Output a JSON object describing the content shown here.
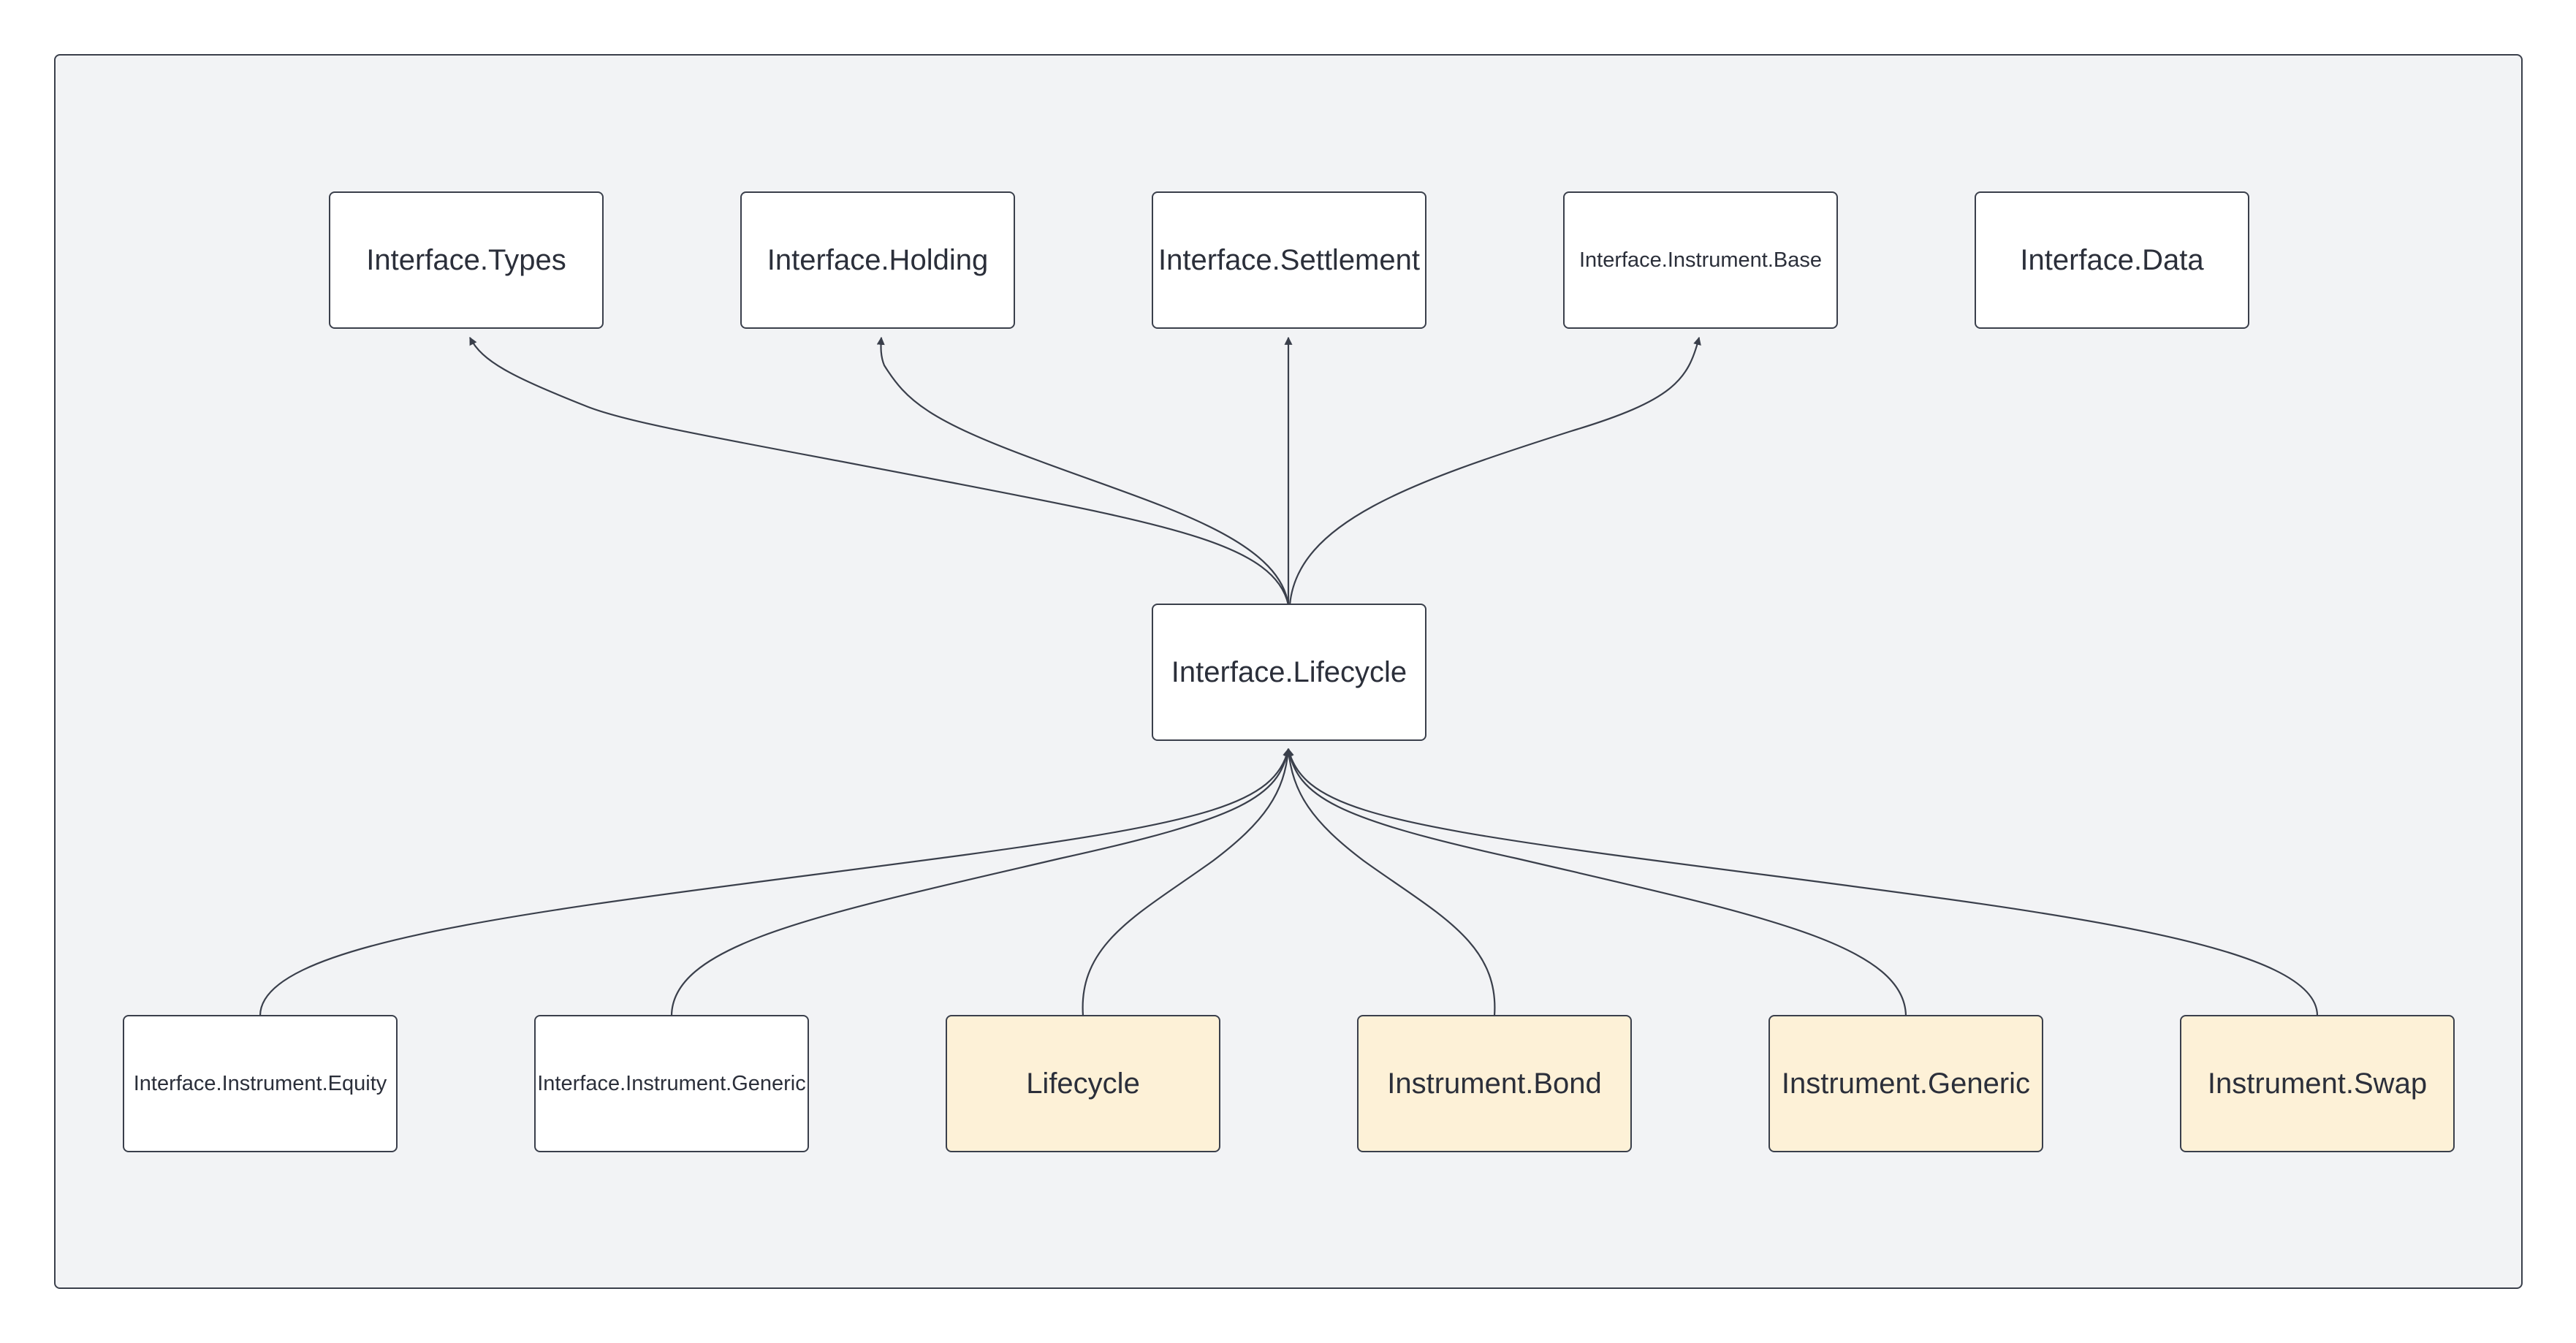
{
  "diagram": {
    "colors": {
      "frame_bg": "#f2f3f5",
      "stroke": "#3a3f4b",
      "interface_fill": "#ffffff",
      "implementation_fill": "#fdf1d7"
    },
    "nodes": {
      "types": "Interface.Types",
      "holding": "Interface.Holding",
      "settlement": "Interface.Settlement",
      "instrument_base": "Interface.Instrument.Base",
      "data": "Interface.Data",
      "lifecycle_interface": "Interface.Lifecycle",
      "instrument_equity": "Interface.Instrument.Equity",
      "instrument_generic_interface": "Interface.Instrument.Generic",
      "lifecycle": "Lifecycle",
      "instrument_bond": "Instrument.Bond",
      "instrument_generic": "Instrument.Generic",
      "instrument_swap": "Instrument.Swap"
    },
    "edges": [
      {
        "from": "lifecycle_interface",
        "to": "types"
      },
      {
        "from": "lifecycle_interface",
        "to": "holding"
      },
      {
        "from": "lifecycle_interface",
        "to": "settlement"
      },
      {
        "from": "lifecycle_interface",
        "to": "instrument_base"
      },
      {
        "from": "instrument_equity",
        "to": "lifecycle_interface"
      },
      {
        "from": "instrument_generic_interface",
        "to": "lifecycle_interface"
      },
      {
        "from": "lifecycle",
        "to": "lifecycle_interface"
      },
      {
        "from": "instrument_bond",
        "to": "lifecycle_interface"
      },
      {
        "from": "instrument_generic",
        "to": "lifecycle_interface"
      },
      {
        "from": "instrument_swap",
        "to": "lifecycle_interface"
      }
    ]
  }
}
